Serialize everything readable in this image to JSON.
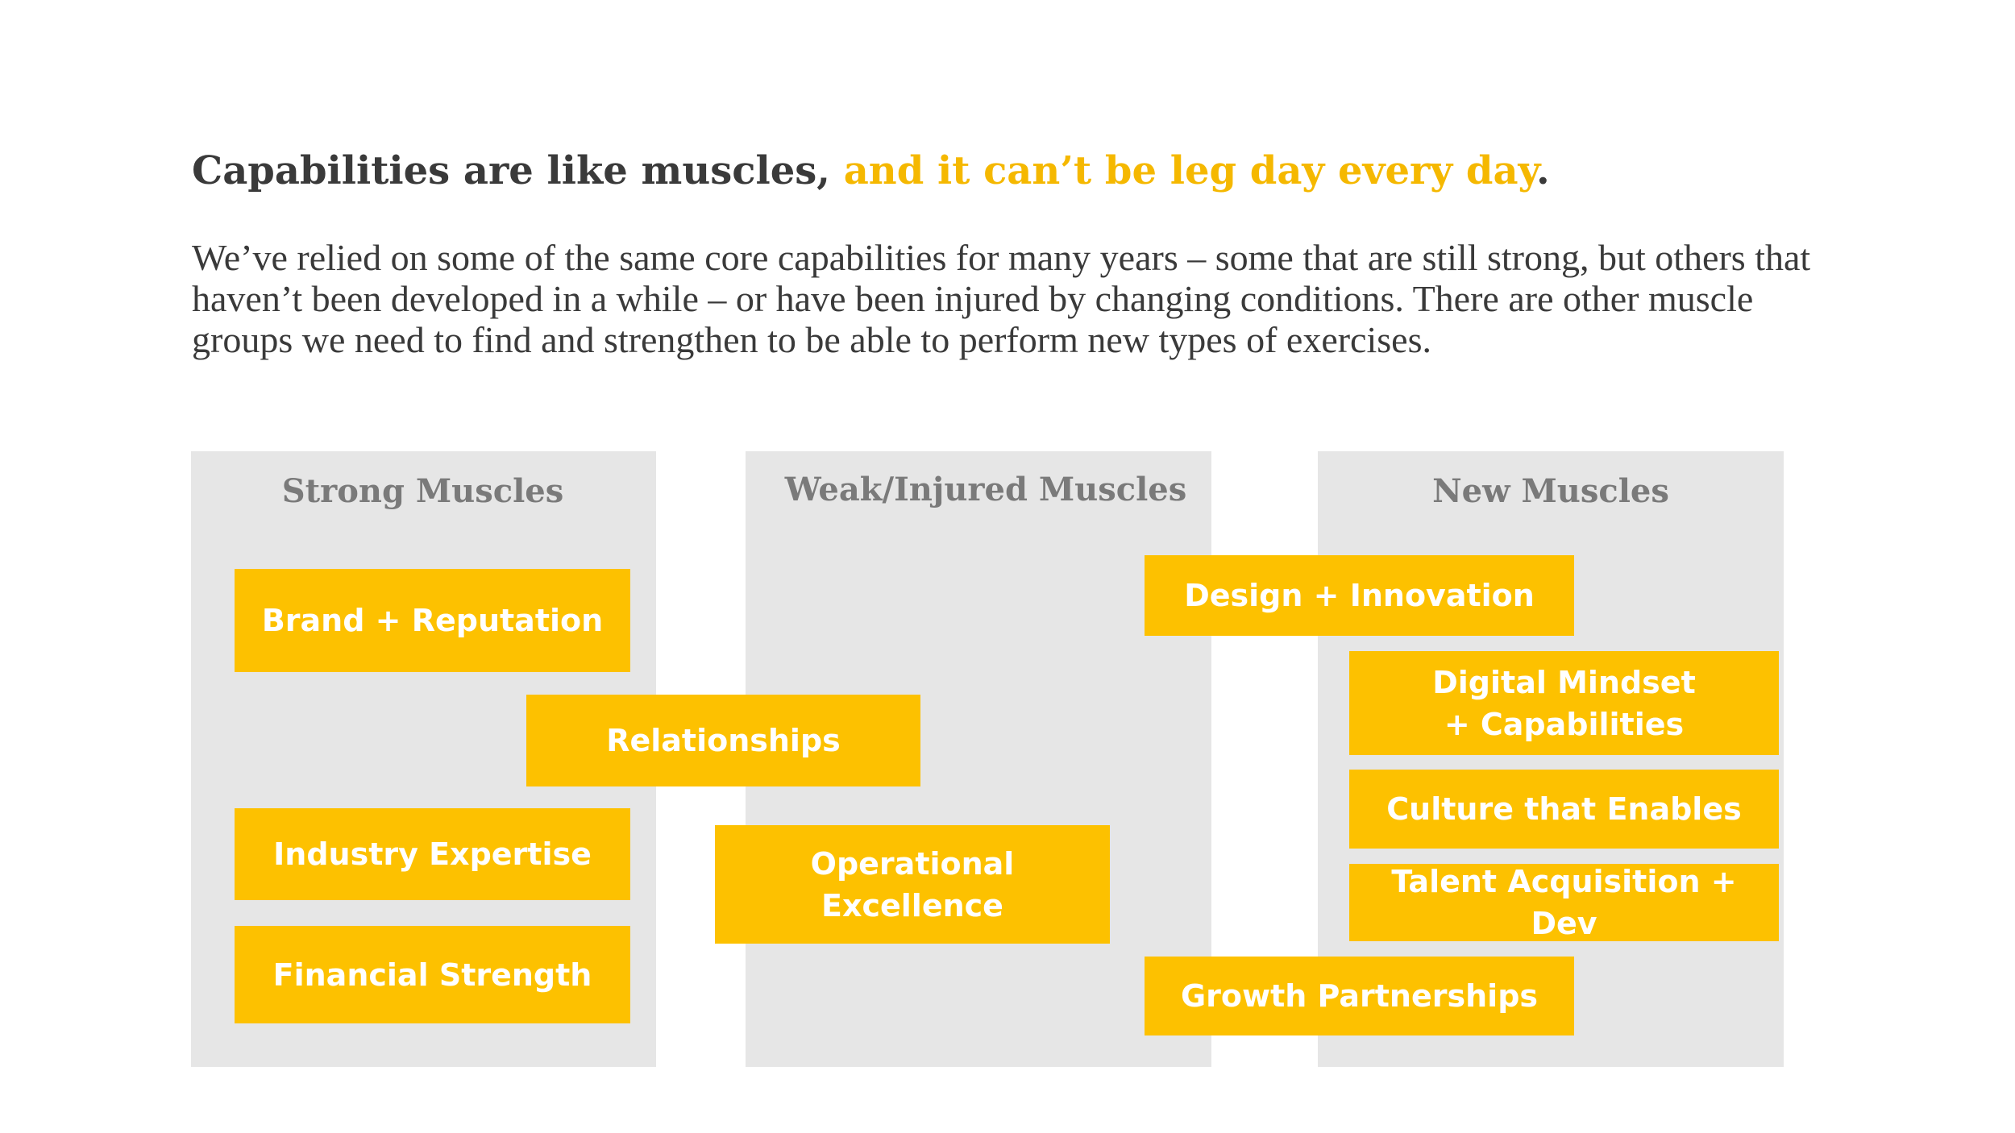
{
  "title": {
    "main": "Capabilities are like muscles, ",
    "accent": "and it can’t be leg day every day",
    "end": "."
  },
  "intro": "We’ve relied on some of the same core capabilities for many years – some that are still strong, but others that haven’t been developed in a while – or have been injured by changing conditions. There are other muscle groups we need to find and strengthen to be able to perform new types of exercises.",
  "columns": {
    "strong": "Strong Muscles",
    "weak": "Weak/Injured Muscles",
    "new": "New Muscles"
  },
  "boxes": {
    "brand": "Brand + Reputation",
    "relationships": "Relationships",
    "industry": "Industry Expertise",
    "financial": "Financial Strength",
    "operational": "Operational\nExcellence",
    "design": "Design + Innovation",
    "digital": "Digital Mindset\n+ Capabilities",
    "culture": "Culture that Enables",
    "talent": "Talent Acquisition + Dev",
    "growth": "Growth Partnerships"
  },
  "colors": {
    "accent": "#f5b800",
    "box": "#fdc100",
    "column": "#e6e6e6",
    "text": "#3a3a3a",
    "heading": "#7a7a7a"
  }
}
